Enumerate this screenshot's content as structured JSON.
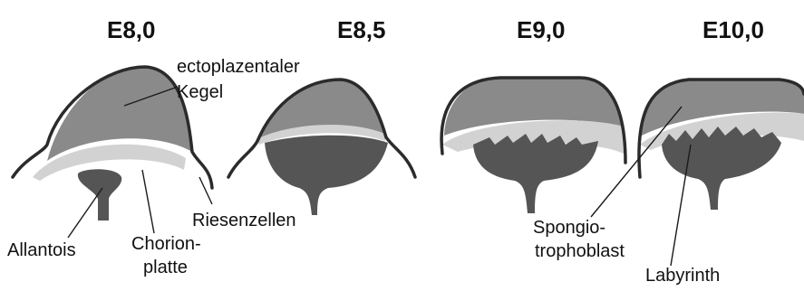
{
  "stages": [
    {
      "title": "E8,0"
    },
    {
      "title": "E8,5"
    },
    {
      "title": "E9,0"
    },
    {
      "title": "E10,0"
    }
  ],
  "labels": {
    "ectoplacental_cone_line1": "ectoplazentaler",
    "ectoplacental_cone_line2": "Kegel",
    "giant_cells": "Riesenzellen",
    "allantois": "Allantois",
    "chorion_line1": "Chorion-",
    "chorion_line2": "platte",
    "spongio_line1": "Spongio-",
    "spongio_line2": "trophoblast",
    "labyrinth": "Labyrinth"
  },
  "colors": {
    "ectoplacental_cone": "#8a8a8a",
    "chorion_plate": "#d2d2d2",
    "allantois": "#555555",
    "outline": "#2b2b2b",
    "background": "#ffffff"
  }
}
